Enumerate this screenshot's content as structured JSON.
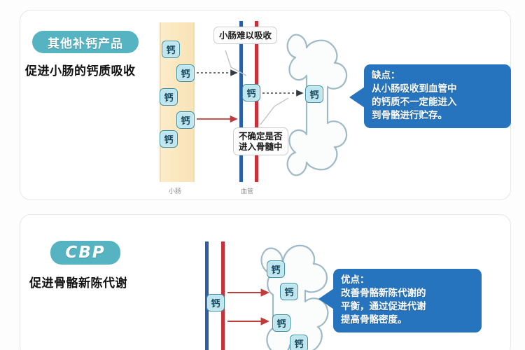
{
  "page": {
    "background": "#fdfdfd",
    "accent_teal": "#56b3c2",
    "accent_blue": "#2774be",
    "calcium_fill": "#bfe6ee",
    "calcium_border": "#3d8fa6",
    "intestine_fill": "#fbe7bd",
    "vessel_blue": "#2b5ea8",
    "vessel_red": "#c9303a"
  },
  "top_section": {
    "badge_label": "其他补钙产品",
    "subtitle": "促进小肠的钙质吸收",
    "organ_labels": {
      "intestine": "小肠",
      "vessel": "血管"
    },
    "calcium_label": "钙",
    "calcium_in_intestine": [
      "钙",
      "钙",
      "钙",
      "钙",
      "钙"
    ],
    "calcium_in_vessel": "钙",
    "calcium_at_bone": "钙",
    "callout_hard_absorb": "小肠难以吸收",
    "callout_marrow": "不确定是否\n进入骨髓中",
    "callout_con": "缺点：\n从小肠吸收到血管中\n的钙质不一定能进入\n到骨骼进行贮存。"
  },
  "bottom_section": {
    "badge_label": "CBP",
    "subtitle": "促进骨骼新陈代谢",
    "calcium_label": "钙",
    "calcium_in_vessel": "钙",
    "calcium_in_bone": [
      "钙",
      "钙",
      "钙",
      "钙"
    ],
    "callout_pro": "优点：\n改善骨骼新陈代谢的\n平衡，通过促进代谢\n提高骨骼密度。"
  }
}
